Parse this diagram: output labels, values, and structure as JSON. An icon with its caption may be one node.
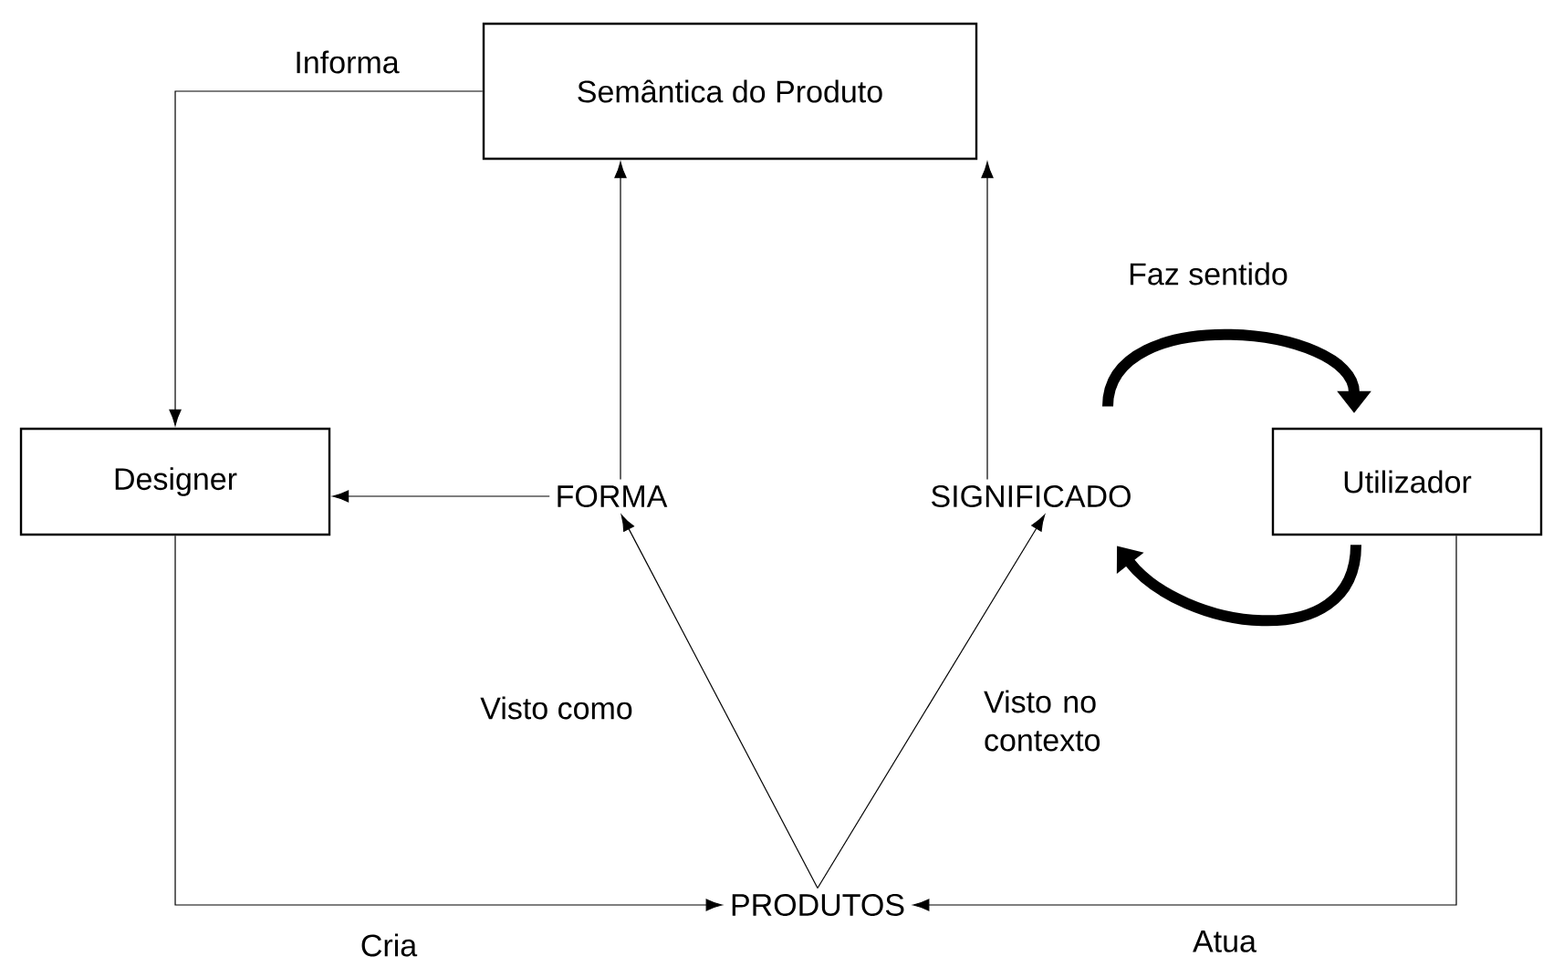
{
  "diagram": {
    "nodes": [
      {
        "text": [
          "Semântica do Produto"
        ]
      },
      {
        "text": [
          "Designer"
        ]
      },
      {
        "text": [
          "FORMA"
        ]
      },
      {
        "text": [
          "SIGNIFICADO"
        ]
      },
      {
        "text": [
          "Utilizador"
        ]
      },
      {
        "text": [
          "PRODUTOS"
        ]
      }
    ],
    "edges": [
      {
        "from": 0,
        "to": 1,
        "arrow": "to",
        "label": "Informa"
      },
      {
        "from": 2,
        "to": 1,
        "arrow": "to"
      },
      {
        "from": 2,
        "to": 0,
        "arrow": "to"
      },
      {
        "from": 3,
        "to": 0,
        "arrow": "to"
      },
      {
        "from": 3,
        "to": 4,
        "arrow": "to",
        "style": "thick",
        "label": "Faz sentido"
      },
      {
        "from": 4,
        "to": 3,
        "arrow": "to",
        "style": "thick"
      },
      {
        "from": 5,
        "to": 2,
        "arrow": "to",
        "label": "Visto como"
      },
      {
        "from": 5,
        "to": 3,
        "arrow": "to",
        "label": "Visto no contexto"
      },
      {
        "from": 1,
        "to": 5,
        "arrow": "to",
        "label": "Cria"
      },
      {
        "from": 4,
        "to": 5,
        "arrow": "to",
        "label": "Atua"
      }
    ]
  }
}
